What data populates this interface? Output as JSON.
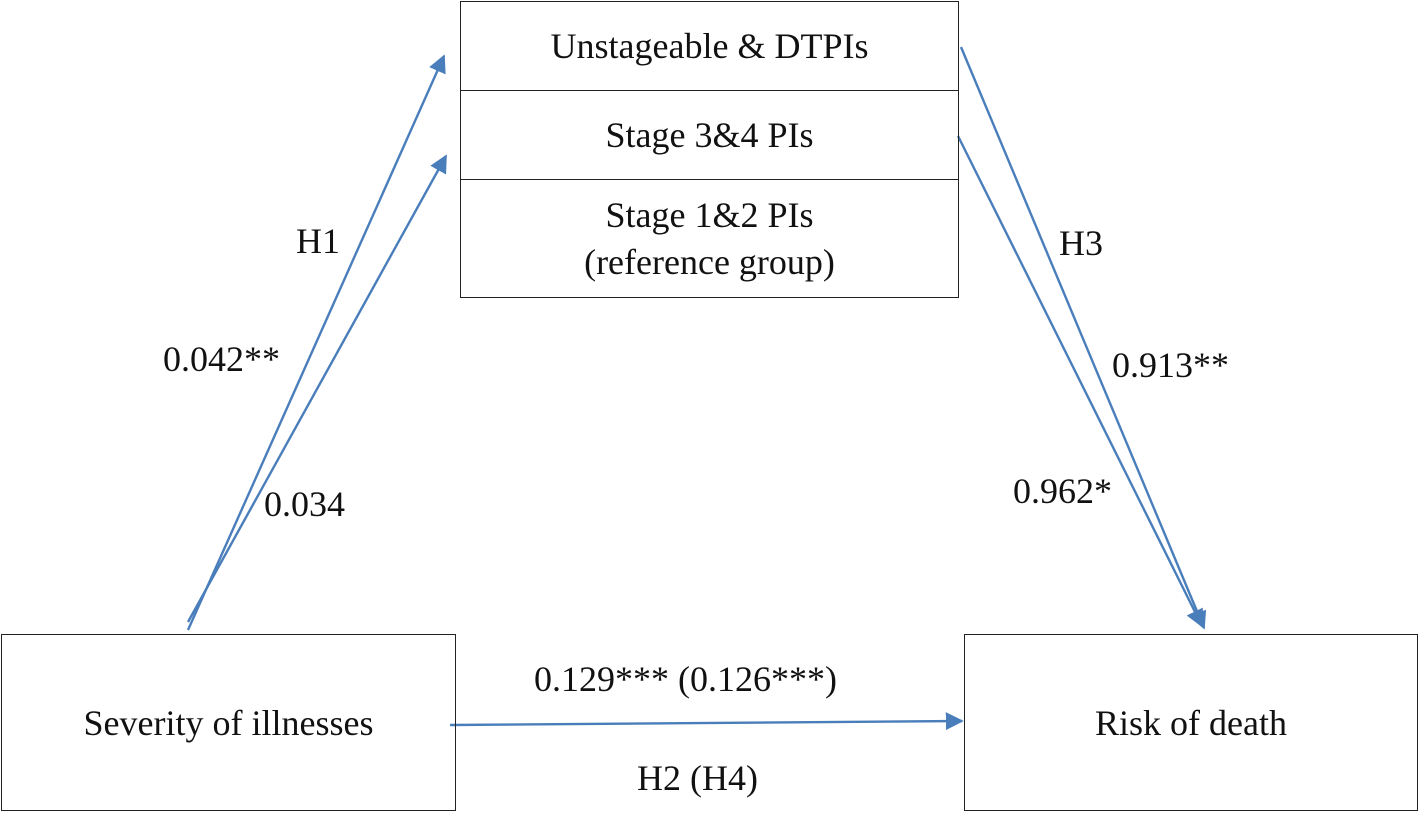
{
  "mediator": {
    "row1": "Unstageable & DTPIs",
    "row2": "Stage 3&4 PIs",
    "row3_line1": "Stage 1&2 PIs",
    "row3_line2": "(reference group)"
  },
  "source_box": {
    "label": "Severity of illnesses"
  },
  "outcome_box": {
    "label": "Risk of death"
  },
  "paths": {
    "h1_label": "H1",
    "h1_coef_unstageable": "0.042**",
    "h1_coef_stage34": "0.034",
    "h3_label": "H3",
    "h3_coef_unstageable": "0.913**",
    "h3_coef_stage34": "0.962*",
    "h2_coef": "0.129*** (0.126***)",
    "h2_label": "H2 (H4)"
  },
  "colors": {
    "arrow": "#4a7ebb",
    "border": "#222222",
    "text": "#111111"
  }
}
